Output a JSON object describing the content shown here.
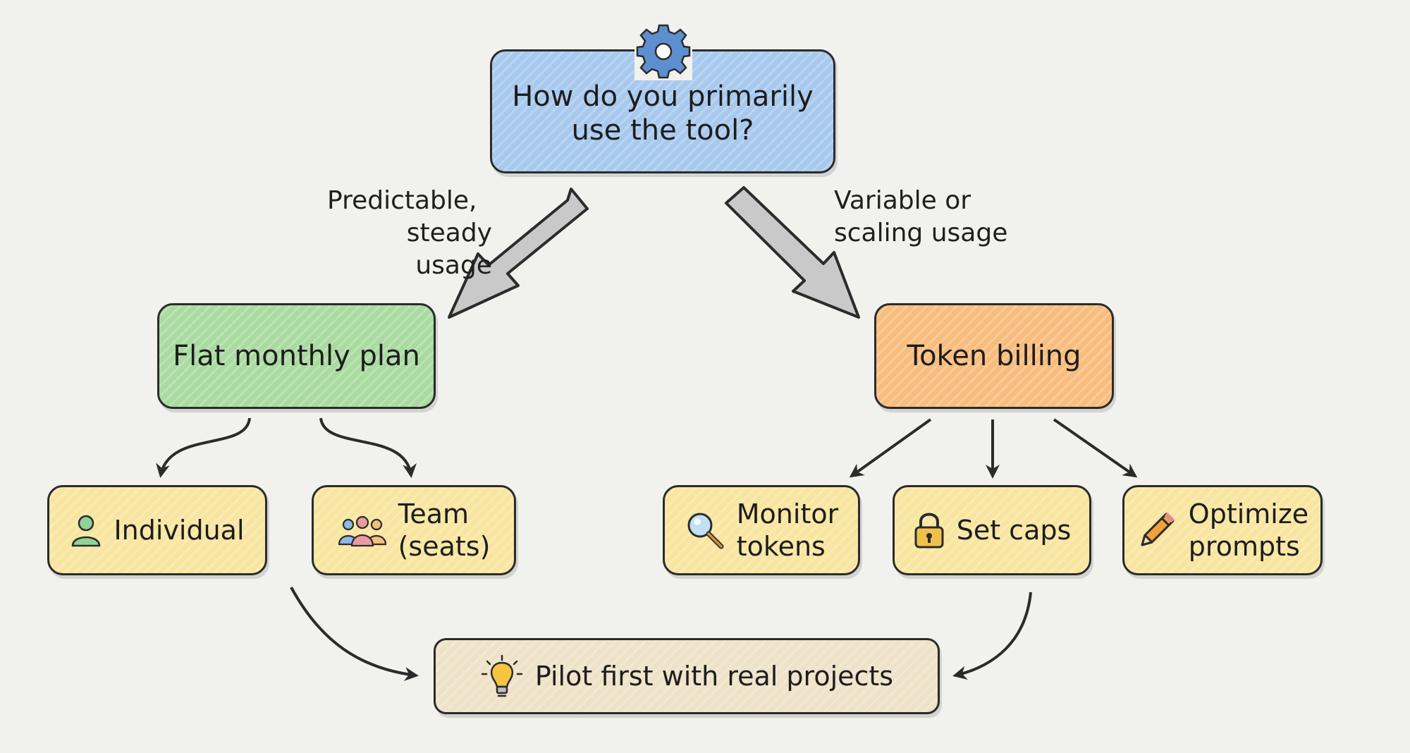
{
  "colors": {
    "question": "#a8c9ee",
    "flat": "#a9dba0",
    "token": "#f8bd7d",
    "leaf": "#f8e6a0",
    "tip": "#eee2c8",
    "arrow_fill": "#c9c9c9",
    "stroke": "#2b2b2b"
  },
  "question": {
    "line1": "How do you primarily",
    "line2": "use the tool?",
    "icon": "gear-icon"
  },
  "edges": {
    "left_line1": "Predictable,",
    "left_line2": "steady usage",
    "right_line1": "Variable or",
    "right_line2": "scaling usage"
  },
  "flat_plan": {
    "label": "Flat monthly plan"
  },
  "token_billing": {
    "label": "Token billing"
  },
  "individual": {
    "label": "Individual",
    "icon": "person-icon"
  },
  "team": {
    "line1": "Team",
    "line2": "(seats)",
    "icon": "group-icon"
  },
  "monitor": {
    "line1": "Monitor",
    "line2": "tokens",
    "icon": "magnifier-icon"
  },
  "caps": {
    "label": "Set caps",
    "icon": "padlock-icon"
  },
  "optimize": {
    "line1": "Optimize",
    "line2": "prompts",
    "icon": "pencil-icon"
  },
  "pilot": {
    "label": "Pilot first with real projects",
    "icon": "lightbulb-icon"
  }
}
